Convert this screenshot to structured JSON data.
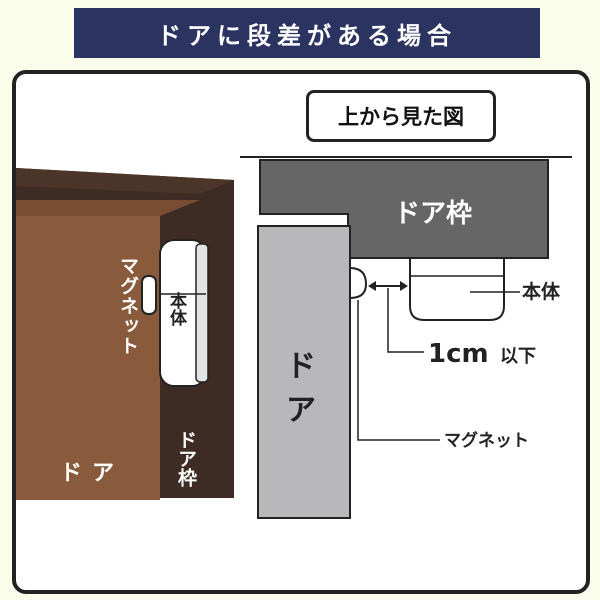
{
  "title": "ドアに段差がある場合",
  "view_label": "上から見た図",
  "left_illustration": {
    "door": "ドア",
    "frame": "ドア枠",
    "magnet": "マグネット",
    "body": "本体"
  },
  "top_view": {
    "frame": "ドア枠",
    "door": "ド\nア",
    "body": "本体",
    "gap": "1cm",
    "gap_suffix": "以下",
    "magnet": "マグネット"
  },
  "colors": {
    "banner": "#2b3460",
    "door_brown": "#8a5a3c",
    "frame_gray": "#666666",
    "door_gray": "#b8b8bb"
  }
}
